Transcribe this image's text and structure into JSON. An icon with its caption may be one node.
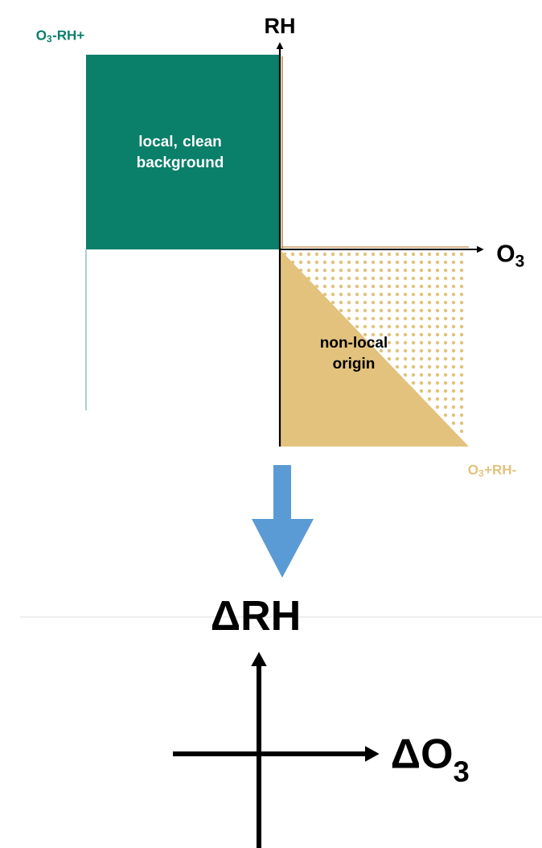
{
  "diagram": {
    "nodes": [
      {
        "text": [
          "local, clean background"
        ]
      },
      {
        "text": [
          "non-local origin"
        ]
      }
    ],
    "labels": [
      "O$_{3}$-RH+",
      "RH",
      "O$_{3}$",
      "O$_{3}$+RH-",
      "ΔRH",
      "ΔO$_{3}$"
    ]
  }
}
